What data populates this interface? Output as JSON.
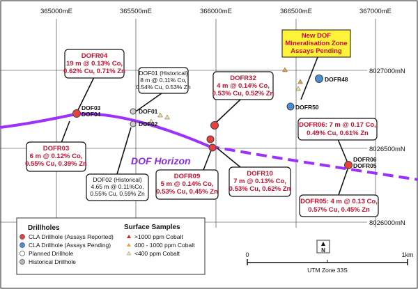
{
  "grid": {
    "eastings": [
      "365000mE",
      "365500mE",
      "366000mE",
      "366500mE",
      "367000mE"
    ],
    "northings": [
      "8027000mN",
      "8026500mN",
      "8026000mN"
    ]
  },
  "horizon_label": "DOF  Horizon",
  "callouts": [
    {
      "id": "dofr04",
      "lines": [
        "DOFR04",
        "19 m @ 0.13% Co,",
        "0.62% Cu, 0.71% Zn"
      ],
      "color": "#c8102e"
    },
    {
      "id": "dof01",
      "lines": [
        "DOF01 (Historical)",
        "8 m @ 0.11% Co,",
        "0.54% Cu, 0.53% Zn"
      ],
      "color": "#111111"
    },
    {
      "id": "dofr32",
      "lines": [
        "DOFR32",
        "4 m @ 0.14% Co,",
        "0.53% Cu, 0.52% Zn"
      ],
      "color": "#c8102e"
    },
    {
      "id": "dofr03",
      "lines": [
        "DOFR03",
        "6 m @ 0.12% Co,",
        "0.55% Cu, 0.39% Zn"
      ],
      "color": "#c8102e"
    },
    {
      "id": "dof02",
      "lines": [
        "DOF02 (Historical)",
        "4.65 m @ 0.11%Co,",
        "0.55% Cu, 0.59% Zn"
      ],
      "color": "#111111"
    },
    {
      "id": "dofr09",
      "lines": [
        "DOFR09",
        "5 m @ 0.14% Co,",
        "0.53% Cu, 0.45% Zn"
      ],
      "color": "#c8102e"
    },
    {
      "id": "dofr10",
      "lines": [
        "DOFR10",
        "7 m @ 0.13% Co,",
        "0.53% Cu, 0.62% Zn"
      ],
      "color": "#c8102e"
    },
    {
      "id": "dofr06",
      "lines": [
        "DOFR06: 7 m @ 0.17 Co,",
        "0.49% Cu, 0.61% Zn"
      ],
      "color": "#c8102e"
    },
    {
      "id": "dofr05",
      "lines": [
        "DOFR05: 4 m @ 0.13 Co,",
        "0.57% Cu, 0.45% Zn"
      ],
      "color": "#c8102e"
    }
  ],
  "new_zone": {
    "lines": [
      "New DOF",
      "Mineralisation Zone",
      "Assays Pending"
    ]
  },
  "drillhole_labels": [
    "DOFR48",
    "DOFR50",
    "DOF03",
    "DOF04",
    "DOF01",
    "DOF02",
    "DOFR06",
    "DOFR05"
  ],
  "legend": {
    "drillholes_title": "Drillholes",
    "drillholes": [
      {
        "label": "CLA Drillhole (Assays Reported)",
        "fill": "#e8413c"
      },
      {
        "label": "CLA Drillhole (Assays Pending)",
        "fill": "#4a90d9"
      },
      {
        "label": "Planned Drillhole",
        "fill": "#ffffff"
      },
      {
        "label": "Historical Drillhole",
        "fill": "#b8b8b8"
      }
    ],
    "samples_title": "Surface Samples",
    "samples": [
      {
        "label": ">1000 ppm Cobalt",
        "color": "#d62020"
      },
      {
        "label": "400 - 1000 ppm Cobalt",
        "color": "#e8a040"
      },
      {
        "label": "<400 ppm Cobalt",
        "color": "#f2dca0"
      }
    ]
  },
  "north_label": "N",
  "scale": {
    "start": "0",
    "end": "1km",
    "zone": "UTM Zone 33S"
  },
  "colors": {
    "horizon": "#9b30ff",
    "callout_red": "#c8102e",
    "new_zone_bg": "#fff23a"
  }
}
